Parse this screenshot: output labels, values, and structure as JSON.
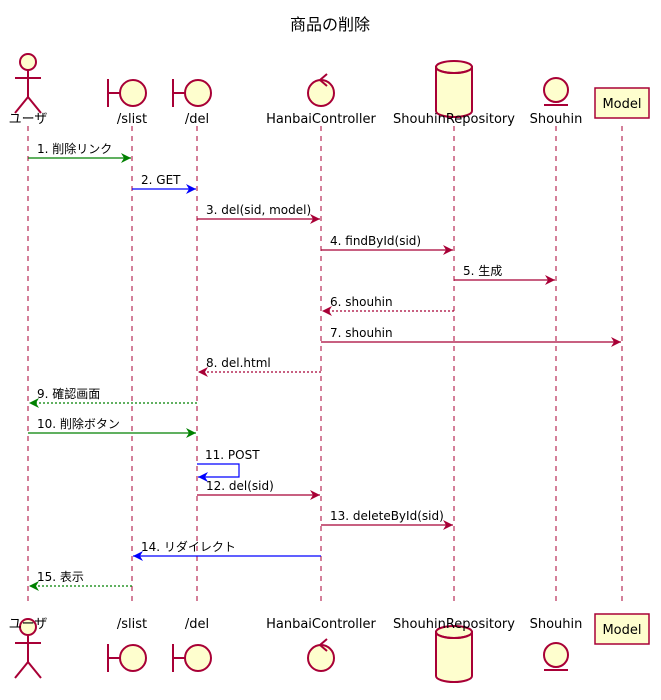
{
  "title": "商品の削除",
  "colors": {
    "lifeline": "#A80036",
    "shape_fill": "#FEFECE",
    "green": "#008000",
    "blue": "#0000FF",
    "crimson": "#A80036"
  },
  "participants": [
    {
      "id": "user",
      "name": "ユーザ",
      "shape": "actor-icon"
    },
    {
      "id": "slist",
      "name": "/slist",
      "shape": "boundary-icon"
    },
    {
      "id": "del",
      "name": "/del",
      "shape": "boundary-icon"
    },
    {
      "id": "hanbai",
      "name": "HanbaiController",
      "shape": "control-icon"
    },
    {
      "id": "repo",
      "name": "ShouhinRepository",
      "shape": "database-icon"
    },
    {
      "id": "shouhin",
      "name": "Shouhin",
      "shape": "entity-icon"
    },
    {
      "id": "model",
      "name": "Model",
      "shape": "participant-box"
    }
  ],
  "messages": [
    {
      "label": "1. 削除リンク",
      "from": "user",
      "to": "slist",
      "style": "solid",
      "color": "green"
    },
    {
      "label": "2. GET",
      "from": "slist",
      "to": "del",
      "style": "solid",
      "color": "blue"
    },
    {
      "label": "3. del(sid, model)",
      "from": "del",
      "to": "hanbai",
      "style": "solid",
      "color": "crimson"
    },
    {
      "label": "4. findById(sid)",
      "from": "hanbai",
      "to": "repo",
      "style": "solid",
      "color": "crimson"
    },
    {
      "label": "5. 生成",
      "from": "repo",
      "to": "shouhin",
      "style": "solid",
      "color": "crimson"
    },
    {
      "label": "6. shouhin",
      "from": "repo",
      "to": "hanbai",
      "style": "dotted",
      "color": "crimson"
    },
    {
      "label": "7. shouhin",
      "from": "hanbai",
      "to": "model",
      "style": "solid",
      "color": "crimson"
    },
    {
      "label": "8. del.html",
      "from": "hanbai",
      "to": "del",
      "style": "dotted",
      "color": "crimson"
    },
    {
      "label": "9. 確認画面",
      "from": "del",
      "to": "user",
      "style": "dotted",
      "color": "green"
    },
    {
      "label": "10. 削除ボタン",
      "from": "user",
      "to": "del",
      "style": "solid",
      "color": "green"
    },
    {
      "label": "11. POST",
      "from": "del",
      "to": "del",
      "style": "self",
      "color": "blue"
    },
    {
      "label": "12. del(sid)",
      "from": "del",
      "to": "hanbai",
      "style": "solid",
      "color": "crimson"
    },
    {
      "label": "13. deleteById(sid)",
      "from": "hanbai",
      "to": "repo",
      "style": "solid",
      "color": "crimson"
    },
    {
      "label": "14. リダイレクト",
      "from": "hanbai",
      "to": "slist",
      "style": "solid",
      "color": "blue"
    },
    {
      "label": "15. 表示",
      "from": "slist",
      "to": "user",
      "style": "dotted",
      "color": "green"
    }
  ]
}
